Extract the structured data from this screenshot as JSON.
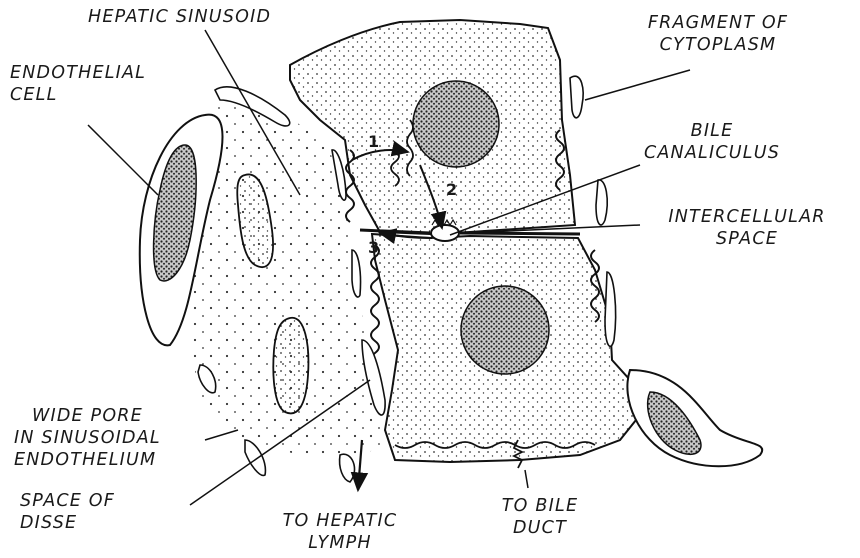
{
  "labels": {
    "hepatic_sinusoid": "HEPATIC SINUSOID",
    "endothelial_cell": [
      "ENDOTHELIAL",
      "CELL"
    ],
    "fragment_of_cytoplasm": [
      "FRAGMENT OF",
      "CYTOPLASM"
    ],
    "bile_canaliculus": [
      "BILE",
      "CANALICULUS"
    ],
    "intercellular_space": [
      "INTERCELLULAR",
      "SPACE"
    ],
    "wide_pore": [
      "WIDE PORE",
      "IN SINUSOIDAL",
      "ENDOTHELIUM"
    ],
    "space_of_disse": [
      "SPACE OF",
      "DISSE"
    ],
    "to_hepatic_lymph": [
      "TO HEPATIC",
      "LYMPH"
    ],
    "to_bile_duct": [
      "TO BILE",
      "DUCT"
    ]
  },
  "markers": {
    "one": "1",
    "two": "2",
    "three": "3"
  }
}
